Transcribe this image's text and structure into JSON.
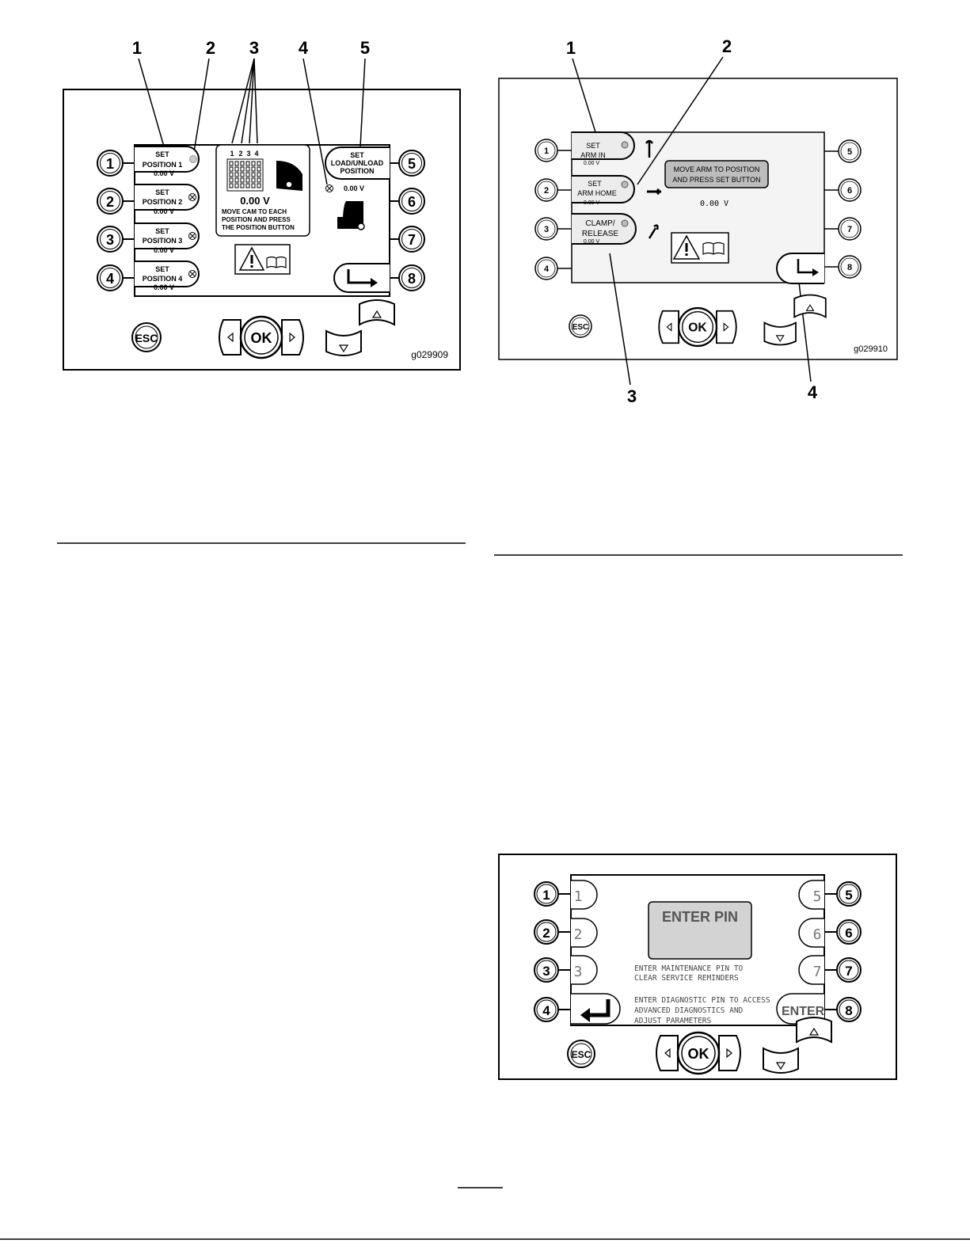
{
  "fig1": {
    "id": "g029909",
    "callouts": [
      "1",
      "2",
      "3",
      "4",
      "5"
    ],
    "buttons": {
      "b1": {
        "line1": "SET",
        "line2": "POSITION 1",
        "value": "0.00 V"
      },
      "b2": {
        "line1": "SET",
        "line2": "POSITION 2",
        "value": "0.00 V"
      },
      "b3": {
        "line1": "SET",
        "line2": "POSITION 3",
        "value": "0.00 V"
      },
      "b4": {
        "line1": "SET",
        "line2": "POSITION 4",
        "value": "0.00 V"
      },
      "b5": {
        "line1": "SET",
        "line2": "LOAD/UNLOAD",
        "line3": "POSITION"
      }
    },
    "key_labels": [
      "1",
      "2",
      "3",
      "4",
      "5",
      "6",
      "7",
      "8"
    ],
    "slot_numbers": [
      "1",
      "2",
      "3",
      "4"
    ],
    "reading": "0.00 V",
    "side_reading": "0.00 V",
    "instruction": [
      "MOVE CAM TO EACH",
      "POSITION AND PRESS",
      "THE POSITION BUTTON"
    ],
    "nav": {
      "esc": "ESC",
      "ok": "OK"
    }
  },
  "fig2": {
    "id": "g029910",
    "callouts": [
      "1",
      "2",
      "3",
      "4"
    ],
    "buttons": {
      "b1": {
        "line1": "SET",
        "line2": "ARM IN",
        "value": "0.00 V"
      },
      "b2": {
        "line1": "SET",
        "line2": "ARM HOME",
        "value": "0.00 V"
      },
      "b3": {
        "line1": "CLAMP/",
        "line2": "RELEASE",
        "value": "0.00 V"
      }
    },
    "key_labels": [
      "1",
      "2",
      "3",
      "4",
      "5",
      "6",
      "7",
      "8"
    ],
    "message": [
      "MOVE ARM TO POSITION",
      "AND PRESS SET BUTTON"
    ],
    "reading": "0.00 V",
    "nav": {
      "esc": "ESC",
      "ok": "OK"
    }
  },
  "fig3": {
    "key_labels": [
      "1",
      "2",
      "3",
      "4",
      "5",
      "6",
      "7",
      "8"
    ],
    "soft_labels": [
      "1",
      "2",
      "3",
      "5",
      "6",
      "7"
    ],
    "enter_label": "ENTER",
    "pin_title": "ENTER PIN",
    "maint_text": [
      "ENTER MAINTENANCE PIN TO",
      "CLEAR SERVICE REMINDERS"
    ],
    "diag_text": [
      "ENTER DIAGNOSTIC PIN TO ACCESS",
      "ADVANCED DIAGNOSTICS AND",
      "ADJUST PARAMETERS"
    ],
    "nav": {
      "esc": "ESC",
      "ok": "OK"
    }
  }
}
